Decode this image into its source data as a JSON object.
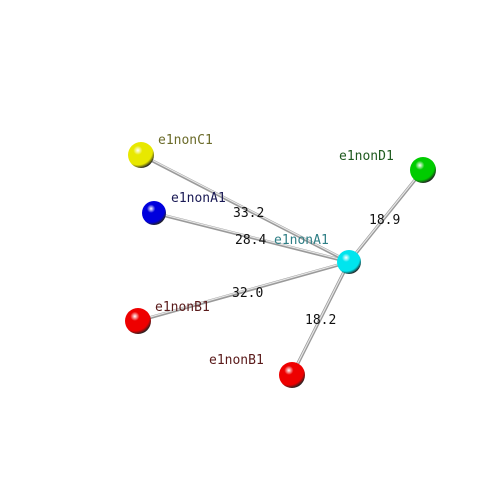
{
  "nodes": [
    {
      "id": "center",
      "label": "e1nonA1",
      "color": "#00e5ee",
      "label_color": "#2f7f86"
    },
    {
      "id": "c1",
      "label": "e1nonC1",
      "color": "#e8e800",
      "label_color": "#6b6b2a"
    },
    {
      "id": "a1",
      "label": "e1nonA1",
      "color": "#0000dd",
      "label_color": "#1a1a55"
    },
    {
      "id": "b1a",
      "label": "e1nonB1",
      "color": "#ee0000",
      "label_color": "#5a1a1a"
    },
    {
      "id": "b1b",
      "label": "e1nonB1",
      "color": "#ee0000",
      "label_color": "#5a1a1a"
    },
    {
      "id": "d1",
      "label": "e1nonD1",
      "color": "#00cc00",
      "label_color": "#1f5a1f"
    }
  ],
  "edges": [
    {
      "from": "center",
      "to": "c1",
      "label": "33.2"
    },
    {
      "from": "center",
      "to": "a1",
      "label": "28.4"
    },
    {
      "from": "center",
      "to": "b1a",
      "label": "32.0"
    },
    {
      "from": "center",
      "to": "b1b",
      "label": "18.2"
    },
    {
      "from": "center",
      "to": "d1",
      "label": "18.9"
    }
  ]
}
